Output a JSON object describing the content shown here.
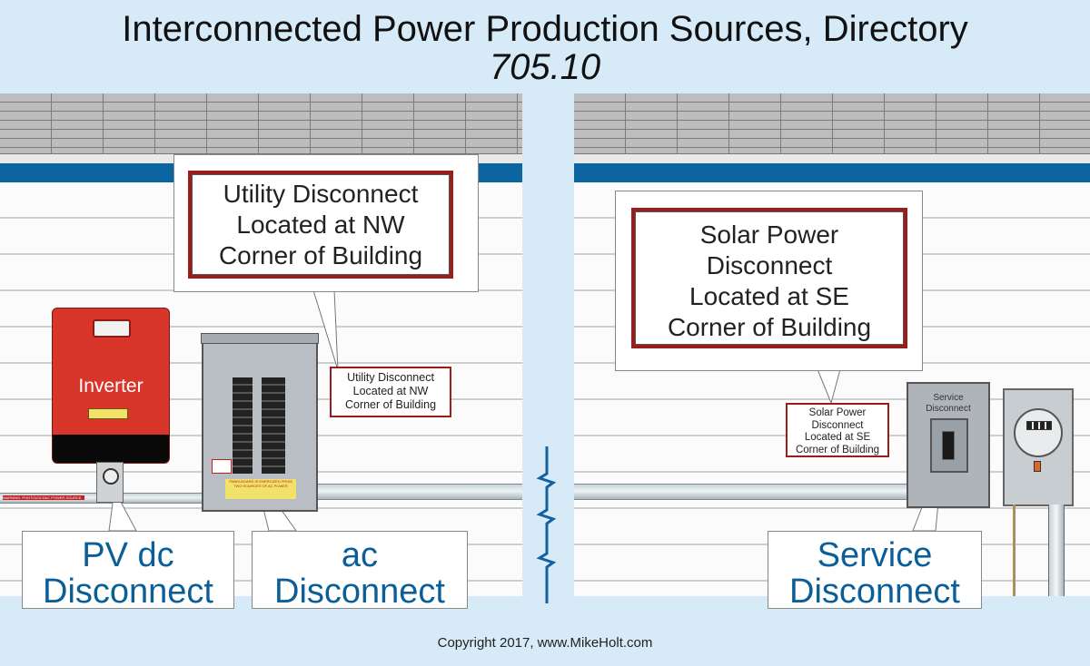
{
  "title": {
    "line1": "Interconnected Power Production Sources, Directory",
    "line2": "705.10"
  },
  "left_building": {
    "big_sign": {
      "line1": "Utility Disconnect",
      "line2": "Located at NW",
      "line3": "Corner of Building"
    },
    "small_sign": {
      "line1": "Utility Disconnect",
      "line2": "Located at NW",
      "line3": "Corner of Building"
    },
    "inverter": {
      "label": "Inverter",
      "color": "#d8352b"
    },
    "warning_strip": "WARNING: PHOTOVOLTAIC POWER SOURCE",
    "panel_label": "PANELBOARD IS ENERGIZED FROM TWO SOURCES OF AC POWER",
    "labels": [
      {
        "line1": "PV dc",
        "line2": "Disconnect"
      },
      {
        "line1": "ac",
        "line2": "Disconnect"
      }
    ]
  },
  "right_building": {
    "big_sign": {
      "line1": "Solar Power",
      "line2": "Disconnect",
      "line3": "Located at SE",
      "line4": "Corner of Building"
    },
    "small_sign": {
      "line1": "Solar Power",
      "line2": "Disconnect",
      "line3": "Located at SE",
      "line4": "Corner of Building"
    },
    "service_box_label": {
      "line1": "Service",
      "line2": "Disconnect"
    },
    "labels": [
      {
        "line1": "Service",
        "line2": "Disconnect"
      }
    ]
  },
  "colors": {
    "background": "#d6ebf7",
    "fascia_blue": "#0c65a0",
    "sign_border": "#9b1c1c",
    "label_text": "#0b5e98"
  },
  "copyright": "Copyright 2017, www.MikeHolt.com"
}
